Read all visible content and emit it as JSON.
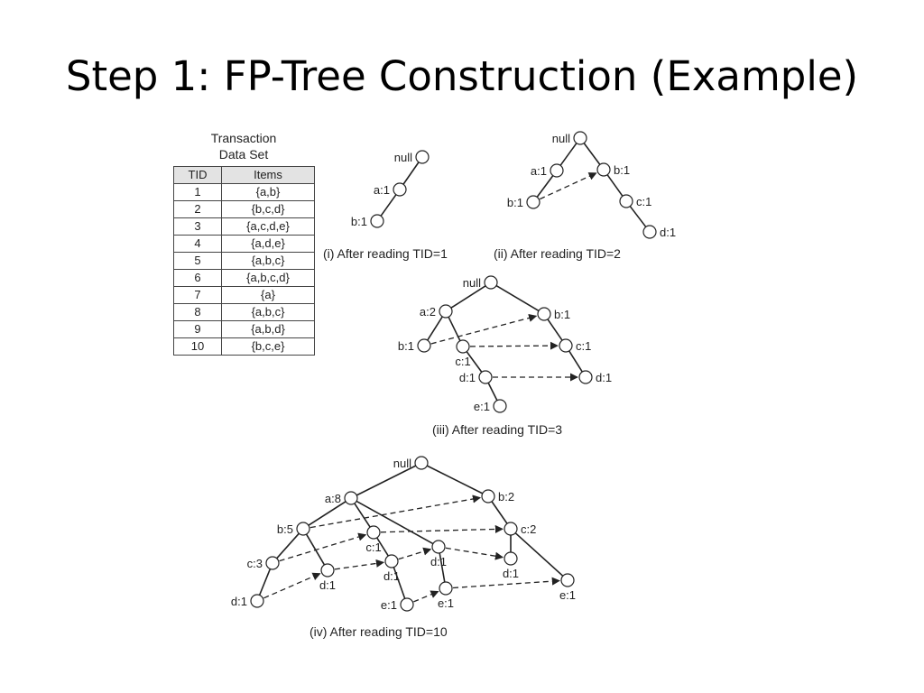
{
  "slide": {
    "title": "Step 1: FP-Tree Construction (Example)"
  },
  "table": {
    "caption_line1": "Transaction",
    "caption_line2": "Data Set",
    "headers": [
      "TID",
      "Items"
    ],
    "rows": [
      [
        "1",
        "{a,b}"
      ],
      [
        "2",
        "{b,c,d}"
      ],
      [
        "3",
        "{a,c,d,e}"
      ],
      [
        "4",
        "{a,d,e}"
      ],
      [
        "5",
        "{a,b,c}"
      ],
      [
        "6",
        "{a,b,c,d}"
      ],
      [
        "7",
        "{a}"
      ],
      [
        "8",
        "{a,b,c}"
      ],
      [
        "9",
        "{a,b,d}"
      ],
      [
        "10",
        "{b,c,e}"
      ]
    ]
  },
  "trees": [
    {
      "caption": "(i) After reading TID=1",
      "nodes": [
        {
          "id": "root",
          "label": "null"
        },
        {
          "id": "a",
          "label": "a:1"
        },
        {
          "id": "ab",
          "label": "b:1"
        }
      ],
      "edges": [
        [
          "root",
          "a"
        ],
        [
          "a",
          "ab"
        ]
      ],
      "links": []
    },
    {
      "caption": "(ii) After reading TID=2",
      "nodes": [
        {
          "id": "root",
          "label": "null"
        },
        {
          "id": "a",
          "label": "a:1"
        },
        {
          "id": "ab",
          "label": "b:1"
        },
        {
          "id": "b",
          "label": "b:1"
        },
        {
          "id": "bc",
          "label": "c:1"
        },
        {
          "id": "bcd",
          "label": "d:1"
        }
      ],
      "edges": [
        [
          "root",
          "a"
        ],
        [
          "a",
          "ab"
        ],
        [
          "root",
          "b"
        ],
        [
          "b",
          "bc"
        ],
        [
          "bc",
          "bcd"
        ]
      ],
      "links": [
        [
          "ab",
          "b"
        ]
      ]
    },
    {
      "caption": "(iii) After reading TID=3",
      "nodes": [
        {
          "id": "root",
          "label": "null"
        },
        {
          "id": "a",
          "label": "a:2"
        },
        {
          "id": "ab",
          "label": "b:1"
        },
        {
          "id": "ac",
          "label": "c:1"
        },
        {
          "id": "acd",
          "label": "d:1"
        },
        {
          "id": "acde",
          "label": "e:1"
        },
        {
          "id": "b",
          "label": "b:1"
        },
        {
          "id": "bc",
          "label": "c:1"
        },
        {
          "id": "bcd",
          "label": "d:1"
        }
      ],
      "edges": [
        [
          "root",
          "a"
        ],
        [
          "a",
          "ab"
        ],
        [
          "a",
          "ac"
        ],
        [
          "ac",
          "acd"
        ],
        [
          "acd",
          "acde"
        ],
        [
          "root",
          "b"
        ],
        [
          "b",
          "bc"
        ],
        [
          "bc",
          "bcd"
        ]
      ],
      "links": [
        [
          "ab",
          "b"
        ],
        [
          "ac",
          "bc"
        ],
        [
          "acd",
          "bcd"
        ]
      ]
    },
    {
      "caption": "(iv) After reading TID=10",
      "nodes": [
        {
          "id": "root",
          "label": "null"
        },
        {
          "id": "a",
          "label": "a:8"
        },
        {
          "id": "ab",
          "label": "b:5"
        },
        {
          "id": "abc",
          "label": "c:3"
        },
        {
          "id": "abcd",
          "label": "d:1"
        },
        {
          "id": "abd",
          "label": "d:1"
        },
        {
          "id": "ac",
          "label": "c:1"
        },
        {
          "id": "acd",
          "label": "d:1"
        },
        {
          "id": "acde",
          "label": "e:1"
        },
        {
          "id": "ad",
          "label": "d:1"
        },
        {
          "id": "ade",
          "label": "e:1"
        },
        {
          "id": "b",
          "label": "b:2"
        },
        {
          "id": "bc",
          "label": "c:2"
        },
        {
          "id": "bcd",
          "label": "d:1"
        },
        {
          "id": "bce",
          "label": "e:1"
        }
      ],
      "edges": [
        [
          "root",
          "a"
        ],
        [
          "a",
          "ab"
        ],
        [
          "ab",
          "abc"
        ],
        [
          "abc",
          "abcd"
        ],
        [
          "ab",
          "abd"
        ],
        [
          "a",
          "ac"
        ],
        [
          "ac",
          "acd"
        ],
        [
          "acd",
          "acde"
        ],
        [
          "a",
          "ad"
        ],
        [
          "ad",
          "ade"
        ],
        [
          "root",
          "b"
        ],
        [
          "b",
          "bc"
        ],
        [
          "bc",
          "bcd"
        ],
        [
          "bc",
          "bce"
        ]
      ],
      "links": [
        [
          "ab",
          "b"
        ],
        [
          "abc",
          "ac"
        ],
        [
          "ac",
          "bc"
        ],
        [
          "abcd",
          "abd"
        ],
        [
          "abd",
          "acd"
        ],
        [
          "acd",
          "ad"
        ],
        [
          "ad",
          "bcd"
        ],
        [
          "acde",
          "ade"
        ],
        [
          "ade",
          "bce"
        ]
      ]
    }
  ]
}
